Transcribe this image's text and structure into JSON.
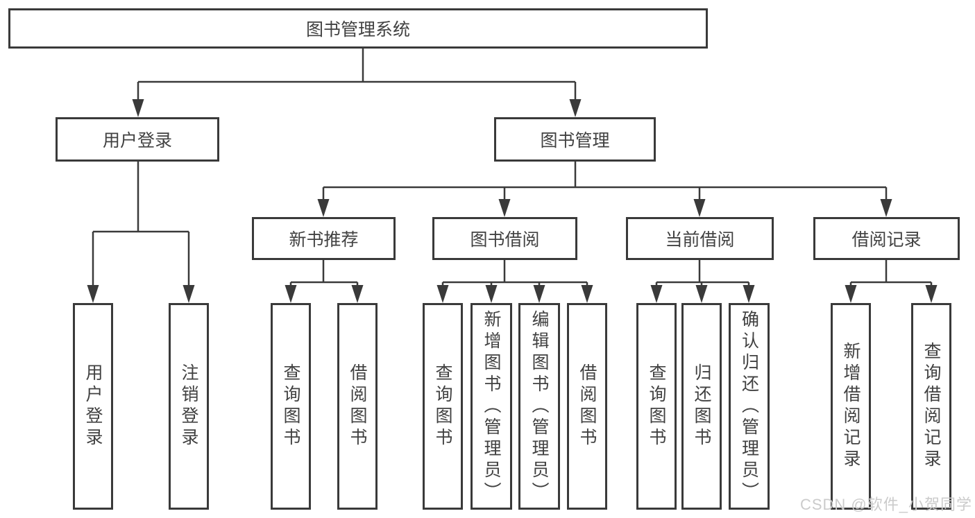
{
  "title": "图书管理系统",
  "branches": {
    "user_login": {
      "label": "用户登录",
      "children": [
        "用户登录",
        "注销登录"
      ]
    },
    "book_management": {
      "label": "图书管理",
      "sections": [
        {
          "label": "新书推荐",
          "children": [
            "查询图书",
            "借阅图书"
          ]
        },
        {
          "label": "图书借阅",
          "children": [
            "查询图书",
            "新增图书（管理员）",
            "编辑图书（管理员）",
            "借阅图书"
          ]
        },
        {
          "label": "当前借阅",
          "children": [
            "查询图书",
            "归还图书",
            "确认归还（管理员）"
          ]
        },
        {
          "label": "借阅记录",
          "children": [
            "新增借阅记录",
            "查询借阅记录"
          ]
        }
      ]
    }
  },
  "watermark": "CSDN @软件_小贺同学",
  "colors": {
    "line": "#3a3a3a",
    "box_border": "#3a3a3a",
    "text": "#414141",
    "watermark": "#cbcbcb",
    "background": "#ffffff"
  }
}
